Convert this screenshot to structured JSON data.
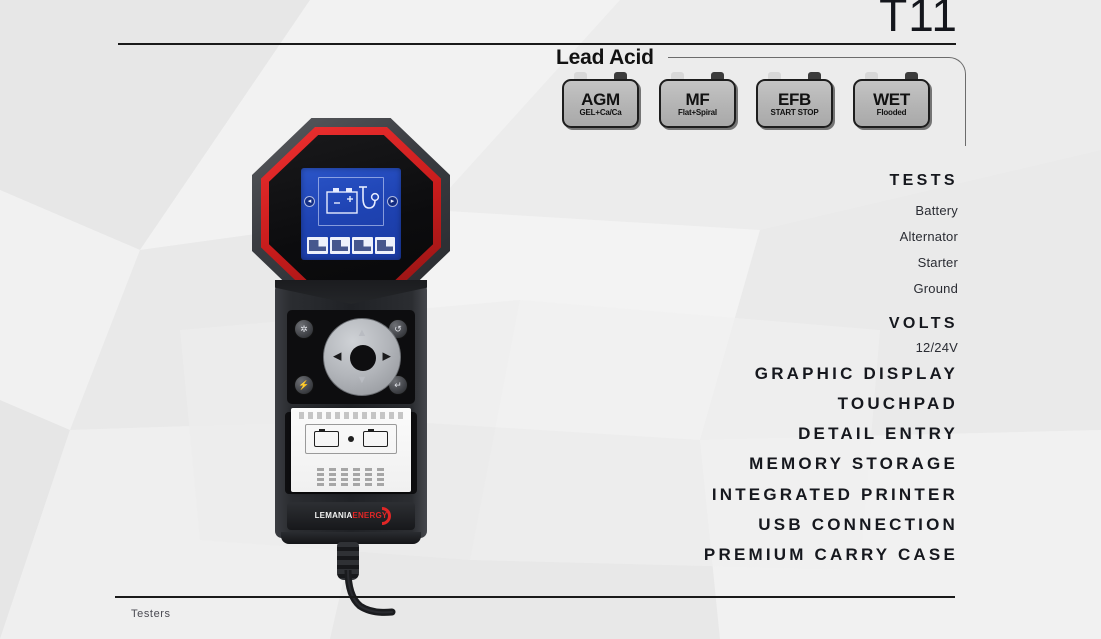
{
  "page": {
    "title": "T11",
    "footer_label": "Testers"
  },
  "battery_group": {
    "label": "Lead Acid",
    "badges": [
      {
        "code": "AGM",
        "sub": "GEL+Ca/Ca"
      },
      {
        "code": "MF",
        "sub": "Flat+Spiral"
      },
      {
        "code": "EFB",
        "sub": "START STOP"
      },
      {
        "code": "WET",
        "sub": "Flooded"
      }
    ]
  },
  "features": {
    "tests_heading": "TESTS",
    "tests": [
      "Battery",
      "Alternator",
      "Starter",
      "Ground"
    ],
    "volts_heading": "VOLTS",
    "volts_value": "12/24V",
    "specs": [
      "GRAPHIC DISPLAY",
      "TOUCHPAD",
      "DETAIL ENTRY",
      "MEMORY STORAGE",
      "INTEGRATED PRINTER",
      "USB CONNECTION",
      "PREMIUM CARRY CASE"
    ]
  },
  "device": {
    "logo_primary": "LEMANIA",
    "logo_secondary": "ENERGY",
    "lcd": {
      "arrow_left": "◂",
      "arrow_right": "▸"
    },
    "keypad": {
      "print": "✲",
      "back": "↺",
      "usb": "⚡",
      "enter": "↵",
      "up": "▲",
      "down": "▼",
      "left": "◀",
      "right": "▶"
    }
  },
  "colors": {
    "accent_red": "#e02626",
    "lcd_blue": "#1f44b4",
    "text_dark": "#16181e",
    "background": "#ededed"
  }
}
